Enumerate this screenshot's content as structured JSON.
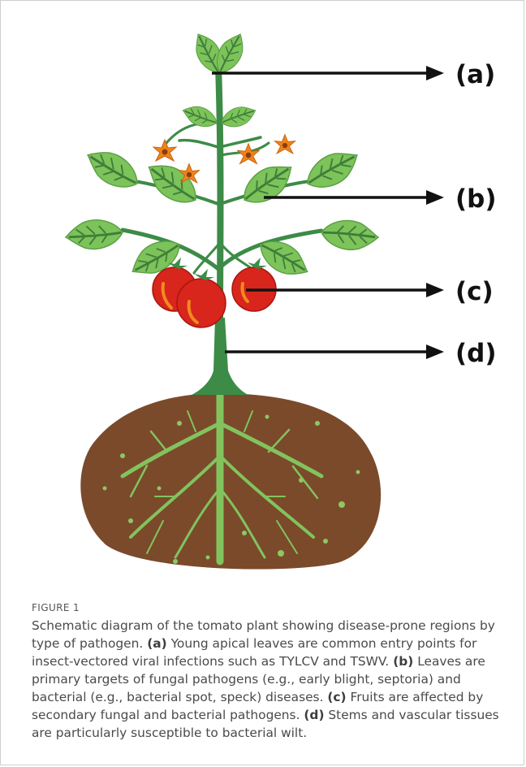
{
  "figure": {
    "callouts": [
      {
        "label": "(a)",
        "region": "young apical leaves"
      },
      {
        "label": "(b)",
        "region": "leaves"
      },
      {
        "label": "(c)",
        "region": "fruits"
      },
      {
        "label": "(d)",
        "region": "stem"
      }
    ],
    "colors": {
      "leaf": "#7cc35a",
      "leaf_vein": "#3f7d3a",
      "stem": "#3c8b47",
      "tomato": "#d8261c",
      "flower": "#ef8418",
      "soil": "#7a4a2b",
      "roots": "#82c35e"
    }
  },
  "caption": {
    "figure_label": "FIGURE 1",
    "intro": "Schematic diagram of the tomato plant showing disease-prone regions by type of pathogen.",
    "items": [
      {
        "marker": "(a)",
        "text": "Young apical leaves are common entry points for insect-vectored viral infections such as TYLCV and TSWV."
      },
      {
        "marker": "(b)",
        "text": "Leaves are primary targets of fungal pathogens (e.g., early blight, septoria) and bacterial (e.g., bacterial spot, speck) diseases."
      },
      {
        "marker": "(c)",
        "text": "Fruits are affected by secondary fungal and bacterial pathogens."
      },
      {
        "marker": "(d)",
        "text": "Stems and vascular tissues are particularly susceptible to bacterial wilt."
      }
    ]
  }
}
